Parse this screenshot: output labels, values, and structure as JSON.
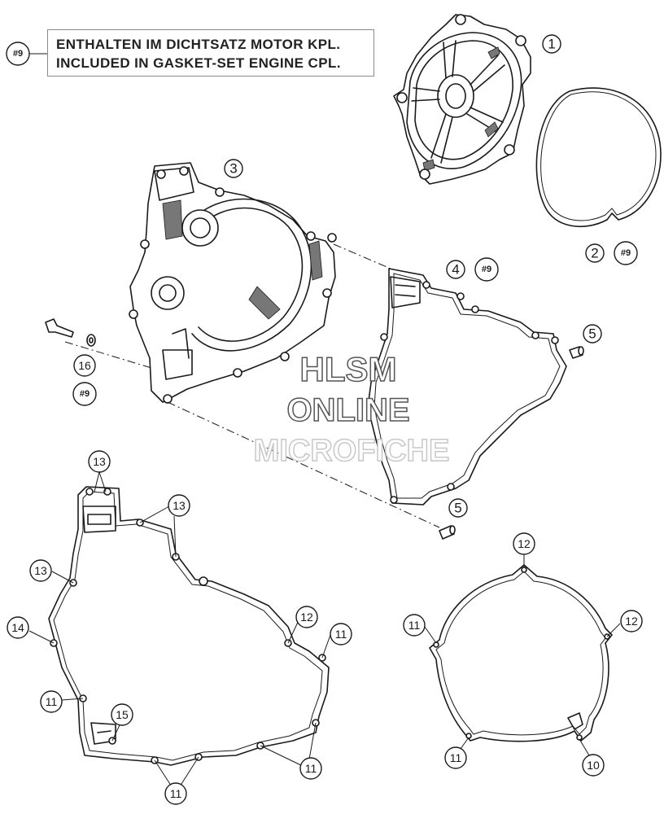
{
  "note": {
    "tag": "#9",
    "line1": "ENTHALTEN IM DICHTSATZ MOTOR KPL.",
    "line2": "INCLUDED IN GASKET-SET ENGINE CPL."
  },
  "watermark": {
    "line1": "HLSM",
    "line2": "ONLINE",
    "line3": "MICROFICHE"
  },
  "callouts": {
    "c1": "1",
    "c2": "2",
    "c2_tag": "#9",
    "c3": "3",
    "c4": "4",
    "c4_tag": "#9",
    "c5a": "5",
    "c5b": "5",
    "c16": "16",
    "c16_tag": "#9",
    "g13a": "13",
    "g13b": "13",
    "g13c": "13",
    "g14": "14",
    "g12a": "12",
    "g11a": "11",
    "g11b": "11",
    "g15": "15",
    "g11c": "11",
    "g11d": "11",
    "r12a": "12",
    "r12b": "12",
    "r11a": "11",
    "r11b": "11",
    "r10": "10"
  },
  "colors": {
    "line": "#1a1a1a",
    "shade": "#6f6f6f",
    "watermark_fill": "#ffffff",
    "watermark_stroke": "#555555",
    "watermark_light": "#c8c8c8"
  }
}
